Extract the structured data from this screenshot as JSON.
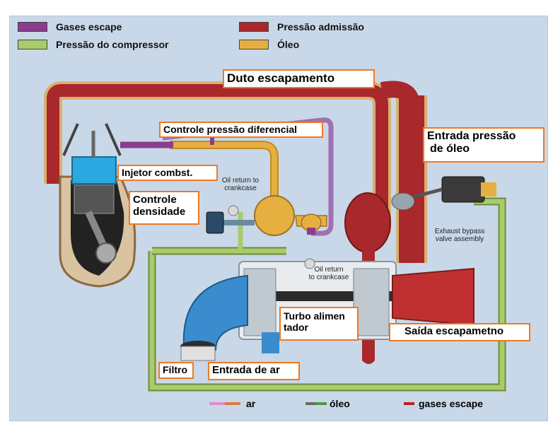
{
  "legend": {
    "items": [
      {
        "label": "Gases escape",
        "color": "#8a3d8c"
      },
      {
        "label": "Pressão admissão",
        "color": "#a8282b"
      },
      {
        "label": "Pressão do compressor",
        "color": "#a8cc6a"
      },
      {
        "label": "Óleo",
        "color": "#e6b040"
      }
    ]
  },
  "labels": {
    "duto_escapamento": "Duto escapamento",
    "controle_pressao": "Controle pressão diferencial",
    "entrada_pressao_1": "Entrada pressão",
    "entrada_pressao_2": "de óleo",
    "injetor": "Injetor combst.",
    "controle_densidade_1": "Controle",
    "controle_densidade_2": "densidade",
    "turbo_1": "Turbo alimen",
    "turbo_2": "tador",
    "saida": "Saída escapametno",
    "filtro": "Filtro",
    "entrada_ar": "Entrada de ar"
  },
  "small_labels": {
    "oil_return_1_a": "Oil return to",
    "oil_return_1_b": "crankcase",
    "oil_return_2_a": "Oil return",
    "oil_return_2_b": "to crankcase",
    "exhaust_a": "Exhaust bypass",
    "exhaust_b": "valve assembly"
  },
  "bottom_legend": {
    "ar": "ar",
    "oleo": "óleo",
    "gases": "gases escape"
  },
  "colors": {
    "background": "#c9d8e8",
    "duct_red": "#a8282b",
    "oil": "#e6b040",
    "compressor": "#a8cc6a",
    "exhaust_gas": "#8a3d8c",
    "label_border": "#f07820",
    "engine_cyan": "#2aa8e0"
  }
}
